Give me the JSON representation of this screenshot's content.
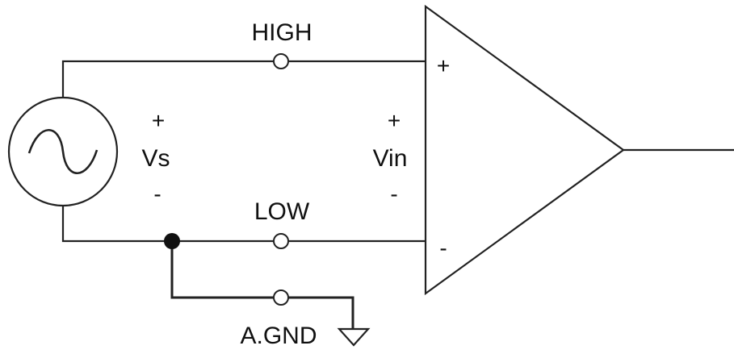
{
  "labels": {
    "high": "HIGH",
    "low": "LOW",
    "agnd": "A.GND",
    "vs": "Vs",
    "vin": "Vin",
    "vs_plus": "+",
    "vs_minus": "-",
    "vin_plus": "+",
    "vin_minus": "-",
    "amp_plus": "+",
    "amp_minus": "-"
  },
  "colors": {
    "line": "#222222",
    "background": "#ffffff"
  },
  "icons": {
    "source": "ac-voltage-source-icon",
    "amplifier": "op-amp-triangle-icon",
    "ground": "ground-symbol-icon",
    "node": "junction-dot-icon",
    "terminal": "terminal-circle-icon"
  }
}
